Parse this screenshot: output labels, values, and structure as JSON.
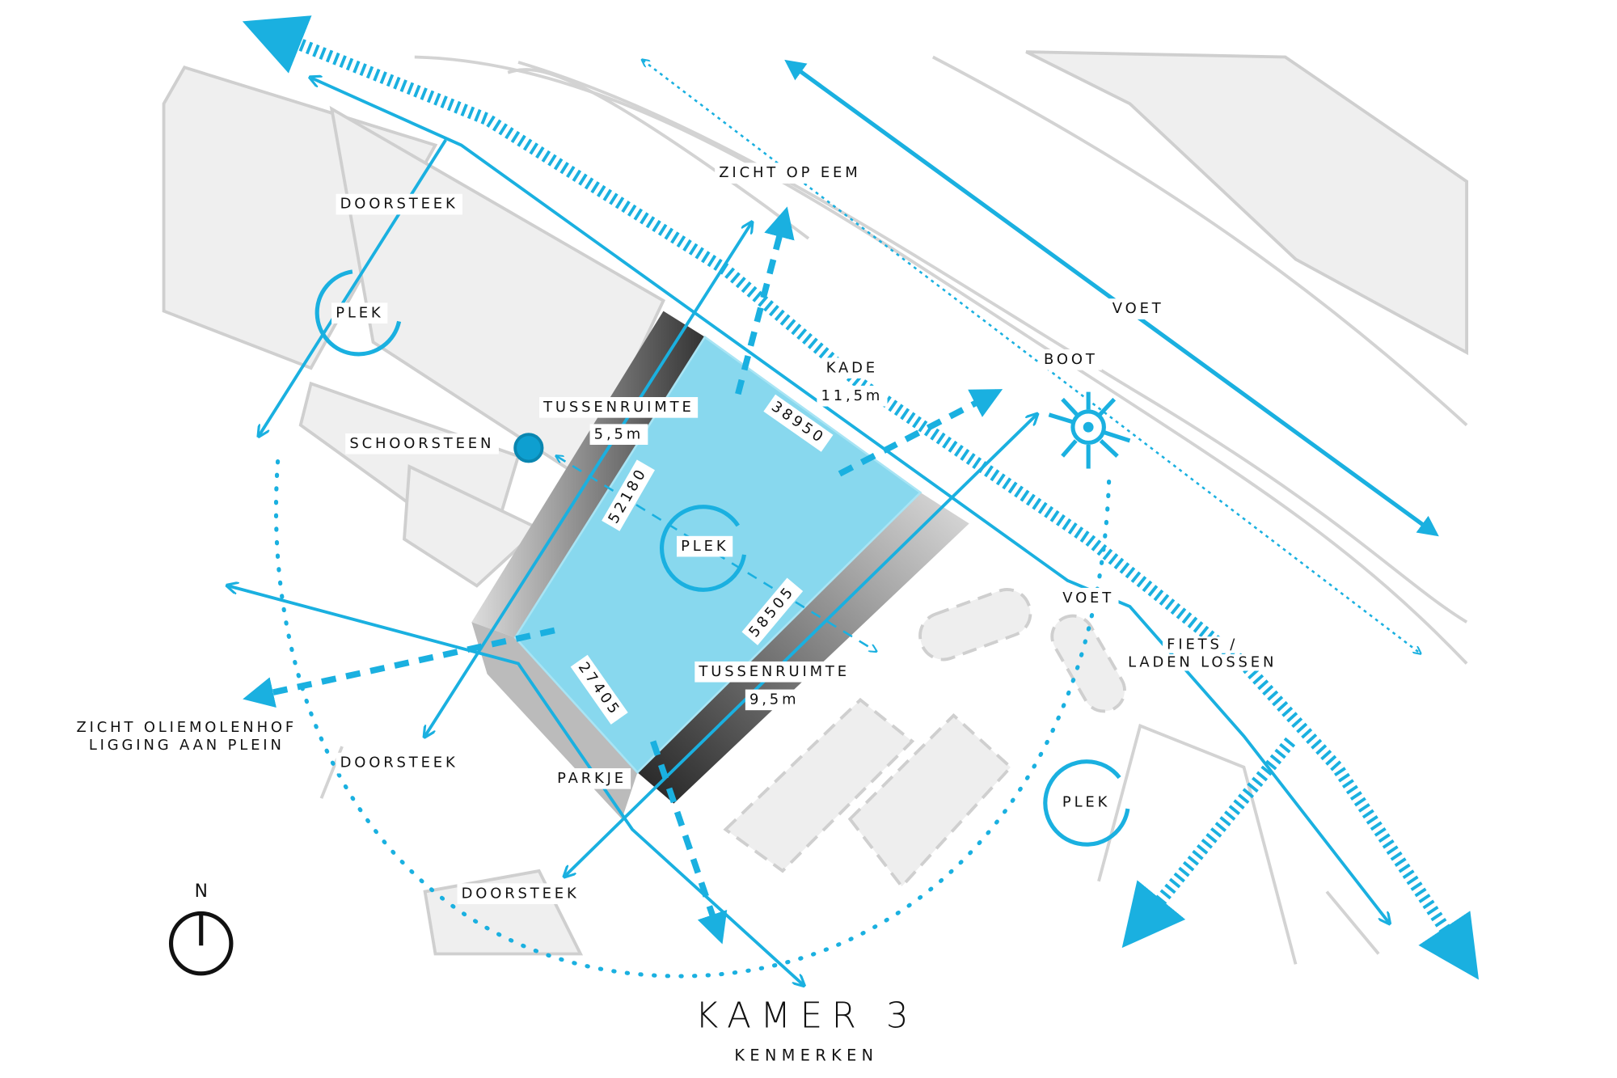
{
  "colors": {
    "accent": "#1ab0e0",
    "field": "#88d8ee",
    "building": "#efefef",
    "sketch": "#cfcfcf"
  },
  "title": "KAMER 3",
  "subtitle": "KENMERKEN",
  "north_label": "N",
  "labels": {
    "doorsteek_top": "DOORSTEEK",
    "plek_left": "PLEK",
    "zicht_op_eem": "ZICHT OP EEM",
    "voet_top": "VOET",
    "kade": "KADE",
    "kade_width": "11,5m",
    "boot": "BOOT",
    "tussenruimte_top": "TUSSENRUIMTE",
    "tussenruimte_top_width": "5,5m",
    "schoorsteen": "SCHOORSTEEN",
    "dim_north": "38950",
    "dim_west": "52180",
    "plek_center": "PLEK",
    "dim_east": "58505",
    "dim_south": "27405",
    "tussenruimte_bottom": "TUSSENRUIMTE",
    "tussenruimte_bottom_width": "9,5m",
    "voet_mid": "VOET",
    "fiets_1": "FIETS /",
    "fiets_2": "LADEN LOSSEN",
    "zicht_oliemolenhof": "ZICHT OLIEMOLENHOF",
    "ligging_aan_plein": "LIGGING AAN PLEIN",
    "doorsteek_mid": "DOORSTEEK",
    "parkje": "PARKJE",
    "plek_right": "PLEK",
    "doorsteek_bottom": "DOORSTEEK"
  }
}
